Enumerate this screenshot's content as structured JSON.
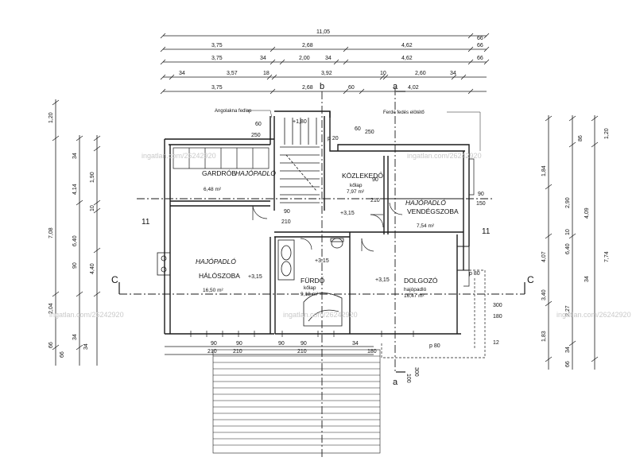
{
  "top_dims": {
    "total": "11,05",
    "total_right": "66",
    "row2": [
      "3,75",
      "2,68",
      "4,62",
      "66"
    ],
    "row3": [
      "3,75",
      "34",
      "2,00",
      "34",
      "4,62",
      "66"
    ],
    "row4": [
      "34",
      "3,57",
      "18",
      "3,92",
      "10",
      "2,60",
      "34"
    ],
    "row5": [
      "3,75",
      "2,68",
      "60",
      "4,02"
    ]
  },
  "left_dims": {
    "outer": [
      "1,20",
      "7,08",
      "2,04"
    ],
    "mid": [
      "4,14",
      "6,40",
      "4,40"
    ],
    "inner": [
      "34",
      "1,90",
      "10",
      "90"
    ],
    "bottom": [
      "66",
      "34",
      "66",
      "34"
    ]
  },
  "right_dims": {
    "outer": [
      "1,20",
      "7,74"
    ],
    "mid": [
      "86",
      "4,09",
      "6,40",
      "34",
      "1,83"
    ],
    "inner": [
      "1,84",
      "2,90",
      "10",
      "4,07",
      "3,40",
      "2,27",
      "34",
      "66"
    ]
  },
  "rooms": {
    "gardrob": {
      "name": "GARDRÓB",
      "floor": "HAJÓPADLÓ",
      "area": "6,48 m²"
    },
    "kozlekedo": {
      "name": "KÖZLEKEDŐ",
      "floor": "kőlap",
      "area": "7,97 m²"
    },
    "vendegszoba": {
      "name": "VENDÉGSZOBA",
      "floor": "HAJÓPADLÓ",
      "area": "7,54 m²"
    },
    "haloszoba": {
      "name": "HÁLÓSZOBA",
      "floor": "HAJÓPADLÓ",
      "area": "16,50 m²"
    },
    "furdo": {
      "name": "FÜRDŐ",
      "floor": "kőlap",
      "area": "9,18 m²"
    },
    "dolgozo": {
      "name": "DOLGOZÓ",
      "floor": "hajópadló",
      "area": "16,47 m²"
    }
  },
  "levels": [
    "+3,15",
    "+3,15",
    "+3,15",
    "+3,15",
    "+3,15",
    "+1,80",
    "p 20"
  ],
  "annotations": {
    "angolakna": "Angolakna fedlap",
    "fedes": "Ferde fedés elötétő"
  },
  "openings": [
    "90",
    "210",
    "90",
    "210",
    "90",
    "210",
    "90",
    "150",
    "90",
    "60",
    "250",
    "60",
    "250"
  ],
  "bottom_marks": [
    "90",
    "210",
    "90",
    "210",
    "90",
    "90",
    "210",
    "34",
    "180",
    "p 80",
    "300",
    "180",
    "p 80",
    "12",
    "100",
    "300"
  ],
  "section_marks": {
    "c_left": "C",
    "c_right": "C",
    "a_top": "a",
    "a_bottom": "a",
    "b_top": "b",
    "axis_11_left": "11",
    "axis_11_right": "11"
  },
  "watermark": "ingatlan.com/26242920"
}
